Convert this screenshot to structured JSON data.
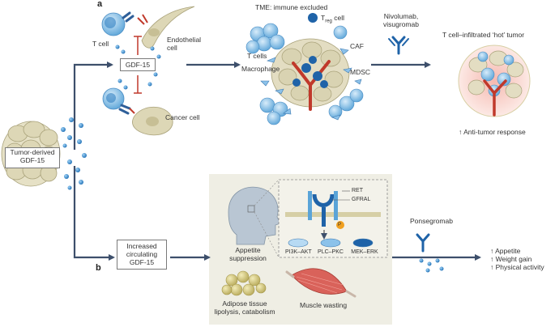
{
  "panel_a_label": "a",
  "panel_b_label": "b",
  "tumor_box": {
    "line1": "Tumor-derived",
    "line2": "GDF-15"
  },
  "gdf15_box": "GDF-15",
  "t_cell": "T cell",
  "endothelial": {
    "line1": "Endothelial",
    "line2": "cell"
  },
  "cancer_cell": "Cancer cell",
  "tme_title": "TME: immune excluded",
  "treg": {
    "prefix": "T",
    "sub": "reg",
    "suffix": " cell"
  },
  "t_cells": "T cells",
  "caf": "CAF",
  "macrophage": "Macrophage",
  "mdsc": "MDSC",
  "drugs_a": {
    "line1": "Nivolumab,",
    "line2": "visugromab"
  },
  "hot_tumor": "T cell–infiltrated ‘hot’ tumor",
  "anti_tumor": "↑ Anti-tumor response",
  "circ_box": {
    "line1": "Increased",
    "line2": "circulating",
    "line3": "GDF-15"
  },
  "appetite": {
    "line1": "Appetite",
    "line2": "suppression"
  },
  "ret": "RET",
  "gfral": "GFRAL",
  "p_badge": "P",
  "pathways": [
    "PI3K–AKT",
    "PLC–PKC",
    "MEK–ERK"
  ],
  "adipose": {
    "line1": "Adipose tissue",
    "line2": "lipolysis, catabolism"
  },
  "muscle": "Muscle wasting",
  "drug_b": "Ponsegromab",
  "outcomes": [
    "↑ Appetite",
    "↑ Weight gain",
    "↑ Physical activity"
  ],
  "colors": {
    "arrow": "#3d4f6b",
    "blue": "#2f7fc1",
    "light_blue": "#8cc2ea",
    "tumor": "#d9d4b4",
    "red": "#c0392b",
    "panel_bg": "#efeee4"
  }
}
